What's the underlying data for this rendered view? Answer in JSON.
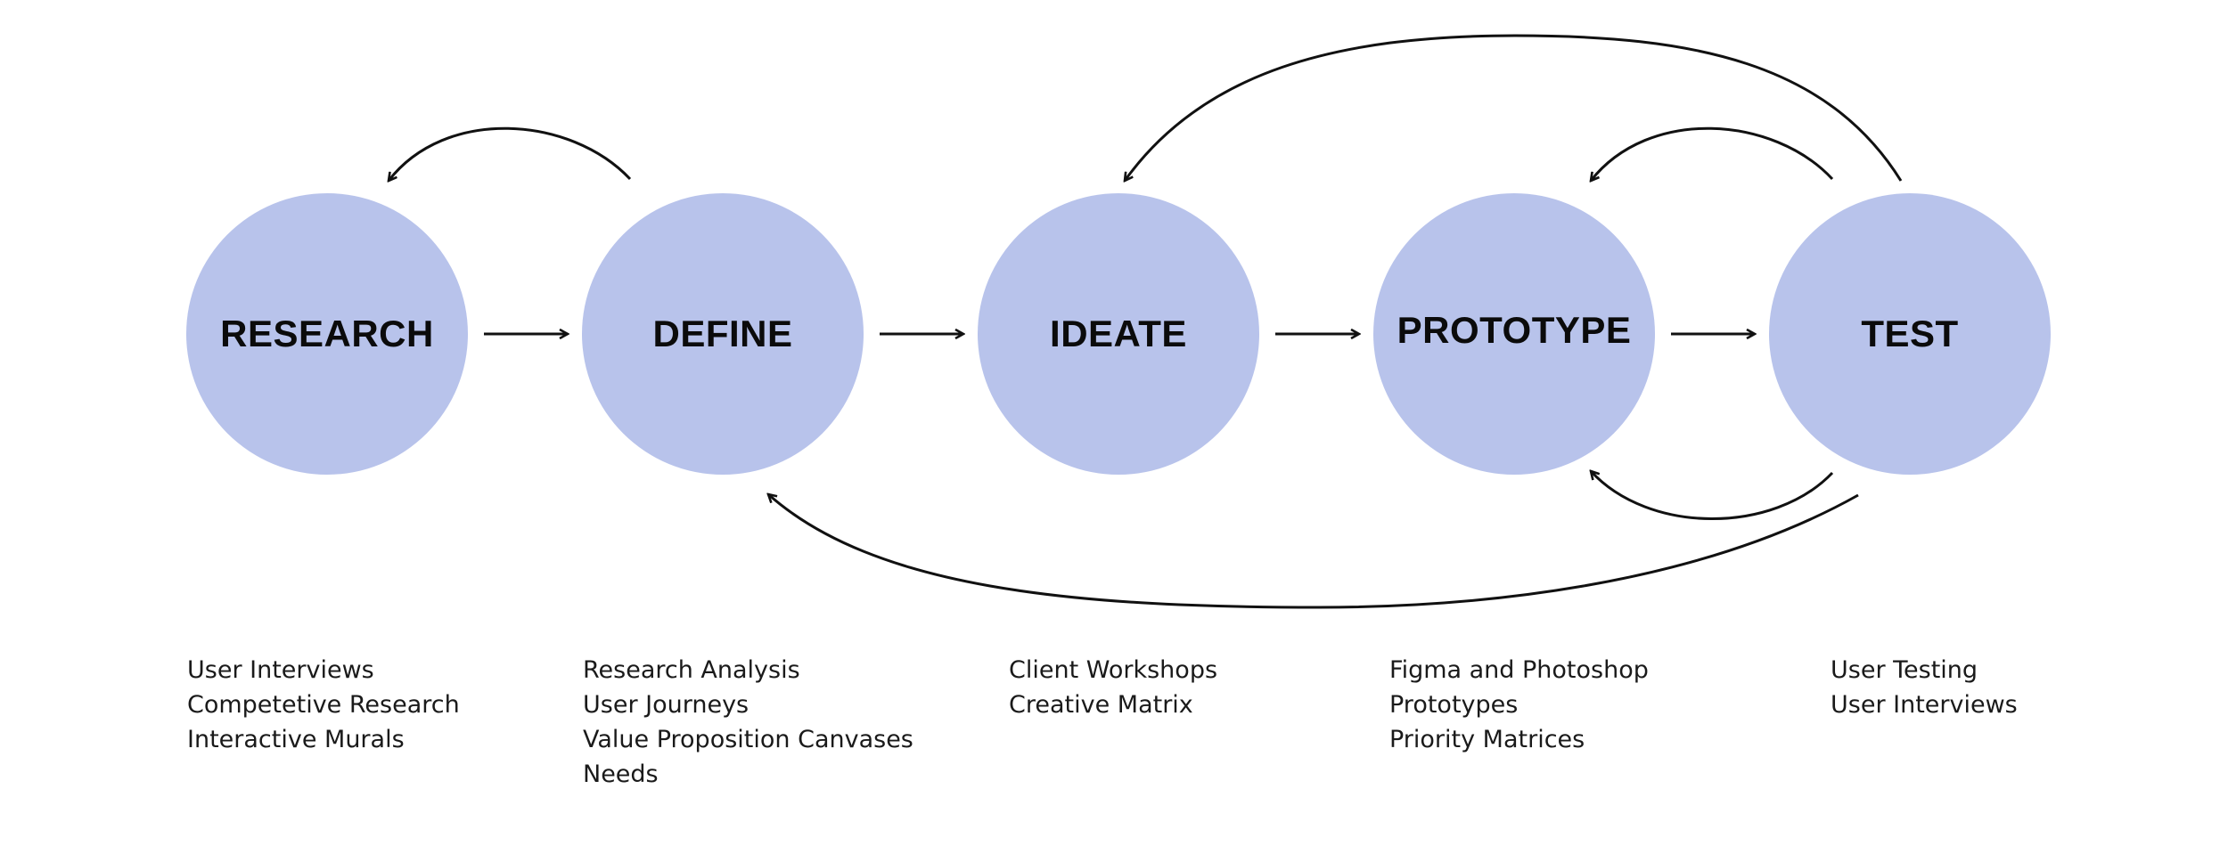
{
  "colors": {
    "circle": "#b8c3eb",
    "stroke": "#111111",
    "text": "#0b0b0b"
  },
  "stages": [
    {
      "label": "RESEARCH",
      "methods": [
        "User Interviews",
        "Competetive Research",
        "Interactive Murals"
      ]
    },
    {
      "label": "DEFINE",
      "methods": [
        "Research Analysis",
        "User Journeys",
        "Value Proposition Canvases",
        "Needs"
      ]
    },
    {
      "label": "IDEATE",
      "methods": [
        "Client Workshops",
        "Creative Matrix"
      ]
    },
    {
      "label": "PROTOTYPE",
      "methods": [
        "Figma and Photoshop",
        "Prototypes",
        "Priority Matrices"
      ]
    },
    {
      "label": "TEST",
      "methods": [
        "User Testing",
        "User Interviews"
      ]
    }
  ]
}
